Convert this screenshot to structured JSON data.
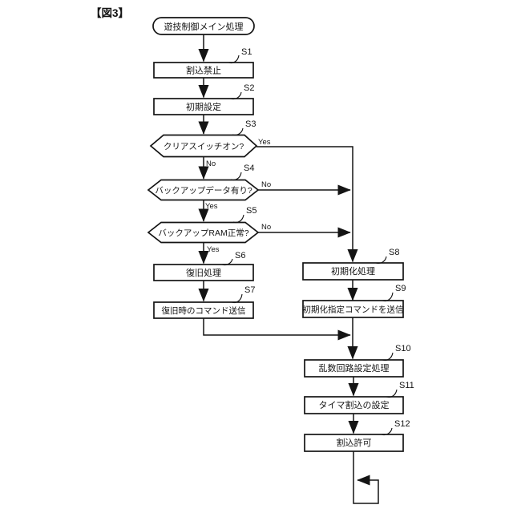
{
  "figure_label": "【図3】",
  "flowchart": {
    "start": {
      "label": "遊技制御メイン処理"
    },
    "branch": {
      "yes": "Yes",
      "no": "No"
    },
    "steps": [
      {
        "id": "S1",
        "type": "process",
        "label": "割込禁止"
      },
      {
        "id": "S2",
        "type": "process",
        "label": "初期設定"
      },
      {
        "id": "S3",
        "type": "decision",
        "label": "クリアスイッチオン?"
      },
      {
        "id": "S4",
        "type": "decision",
        "label": "バックアップデータ有り?"
      },
      {
        "id": "S5",
        "type": "decision",
        "label": "バックアップRAM正常?"
      },
      {
        "id": "S6",
        "type": "process",
        "label": "復旧処理"
      },
      {
        "id": "S7",
        "type": "process",
        "label": "復旧時のコマンド送信"
      },
      {
        "id": "S8",
        "type": "process",
        "label": "初期化処理"
      },
      {
        "id": "S9",
        "type": "process",
        "label": "初期化指定コマンドを送信"
      },
      {
        "id": "S10",
        "type": "process",
        "label": "乱数回路設定処理"
      },
      {
        "id": "S11",
        "type": "process",
        "label": "タイマ割込の設定"
      },
      {
        "id": "S12",
        "type": "process",
        "label": "割込許可"
      }
    ]
  }
}
